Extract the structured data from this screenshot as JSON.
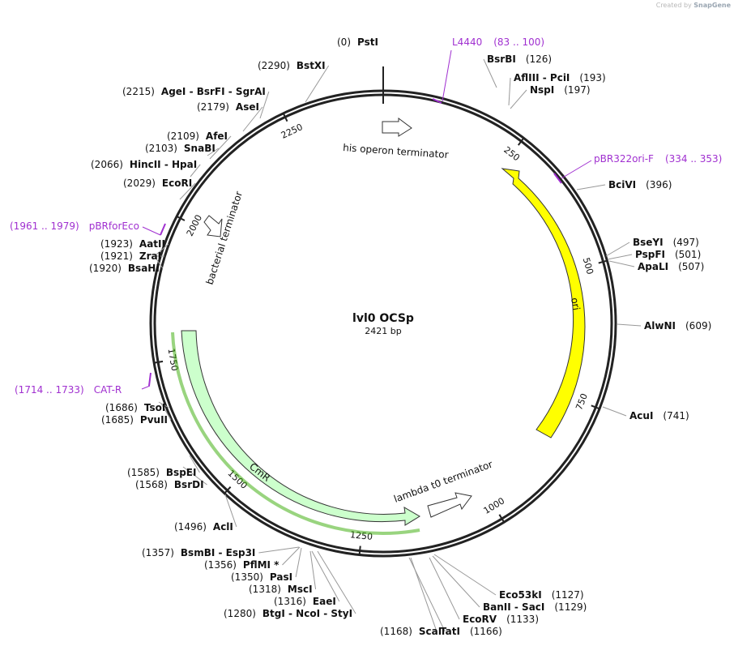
{
  "credit": {
    "created_by": "Created by",
    "brand": "SnapGene"
  },
  "plasmid": {
    "name": "lvl0 OCSp",
    "size_label": "2421 bp",
    "length": 2421
  },
  "colors": {
    "ori": "#ffff00",
    "cmr": "#ccffcc",
    "cmr_highlight": "#33aa00",
    "primer": "#a030d0",
    "backbone": "#222222"
  },
  "ticks": [
    "250",
    "500",
    "750",
    "1000",
    "1250",
    "1500",
    "1750",
    "2000",
    "2250"
  ],
  "features": [
    {
      "name": "ori",
      "type": "ori"
    },
    {
      "name": "CmR",
      "type": "cds"
    },
    {
      "name": "his operon terminator",
      "type": "terminator"
    },
    {
      "name": "bacterial terminator",
      "type": "terminator"
    },
    {
      "name": "lambda t0 terminator",
      "type": "terminator"
    }
  ],
  "sites": [
    {
      "pos": "(0)",
      "name": "PstI"
    },
    {
      "pos": "(126)",
      "name": "BsrBI"
    },
    {
      "pos": "(193)",
      "name": "AflIII  - PciI"
    },
    {
      "pos": "(197)",
      "name": "NspI"
    },
    {
      "pos": "(396)",
      "name": "BciVI"
    },
    {
      "pos": "(497)",
      "name": "BseYI"
    },
    {
      "pos": "(501)",
      "name": "PspFI"
    },
    {
      "pos": "(507)",
      "name": "ApaLI"
    },
    {
      "pos": "(609)",
      "name": "AlwNI"
    },
    {
      "pos": "(741)",
      "name": "AcuI"
    },
    {
      "pos": "(1127)",
      "name": "Eco53kI"
    },
    {
      "pos": "(1129)",
      "name": "BanII  - SacI"
    },
    {
      "pos": "(1133)",
      "name": "EcoRV"
    },
    {
      "pos": "(1166)",
      "name": "TatI"
    },
    {
      "pos": "(1168)",
      "name": "ScaI"
    },
    {
      "pos": "(1280)",
      "name": "BtgI  - NcoI  - StyI"
    },
    {
      "pos": "(1316)",
      "name": "EaeI"
    },
    {
      "pos": "(1318)",
      "name": "MscI"
    },
    {
      "pos": "(1350)",
      "name": "PasI"
    },
    {
      "pos": "(1356)",
      "name": "PflMI *"
    },
    {
      "pos": "(1357)",
      "name": "BsmBI  - Esp3I"
    },
    {
      "pos": "(1496)",
      "name": "AclI"
    },
    {
      "pos": "(1568)",
      "name": "BsrDI"
    },
    {
      "pos": "(1585)",
      "name": "BspEI"
    },
    {
      "pos": "(1685)",
      "name": "PvuII"
    },
    {
      "pos": "(1686)",
      "name": "TsoI"
    },
    {
      "pos": "(1920)",
      "name": "BsaHI"
    },
    {
      "pos": "(1921)",
      "name": "ZraI"
    },
    {
      "pos": "(1923)",
      "name": "AatII"
    },
    {
      "pos": "(2029)",
      "name": "EcoRI"
    },
    {
      "pos": "(2066)",
      "name": "HincII  - HpaI"
    },
    {
      "pos": "(2103)",
      "name": "SnaBI"
    },
    {
      "pos": "(2109)",
      "name": "AfeI"
    },
    {
      "pos": "(2179)",
      "name": "AseI"
    },
    {
      "pos": "(2215)",
      "name": "AgeI  - BsrFI  - SgrAI"
    },
    {
      "pos": "(2290)",
      "name": "BstXI"
    }
  ],
  "primers": [
    {
      "name": "L4440",
      "range": "(83 .. 100)"
    },
    {
      "name": "pBR322ori-F",
      "range": "(334 .. 353)"
    },
    {
      "name": "CAT-R",
      "range": "(1714 .. 1733)"
    },
    {
      "name": "pBRforEco",
      "range": "(1961 .. 1979)"
    }
  ]
}
